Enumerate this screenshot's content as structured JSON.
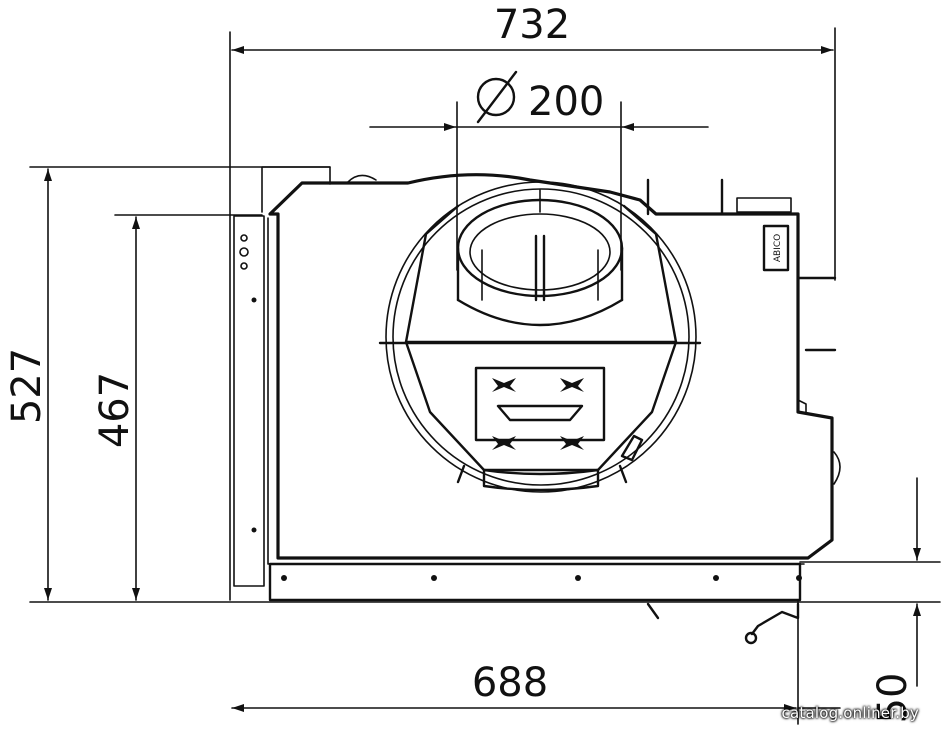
{
  "dimensions": {
    "overall_width": "732",
    "flue_diameter_symbol": "Ø",
    "flue_diameter": "200",
    "overall_height": "527",
    "inner_height": "467",
    "base_width": "688",
    "base_offset": "50"
  },
  "label": {
    "brand": "ABICO"
  },
  "watermark": "catalog.onliner.by",
  "colors": {
    "line": "#111111",
    "background": "#ffffff"
  }
}
